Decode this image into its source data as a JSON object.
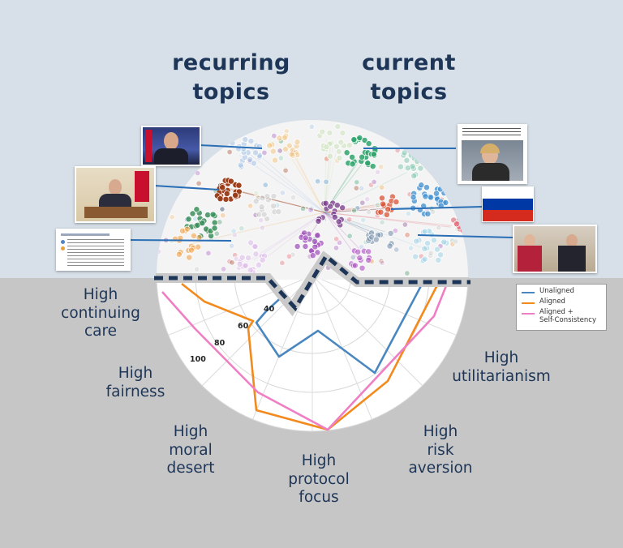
{
  "headers": {
    "recurring": "recurring\ntopics",
    "current": "current\ntopics"
  },
  "axis_labels": {
    "continuing_care": "High\ncontinuing\ncare",
    "fairness": "High\nfairness",
    "moral_desert": "High\nmoral\ndesert",
    "protocol_focus": "High\nprotocol\nfocus",
    "risk_aversion": "High\nrisk\naversion",
    "utilitarianism": "High\nutilitarianism"
  },
  "colors": {
    "upper_background": "#d7dfe8",
    "lower_background": "#c6c6c6",
    "label_text": "#1d3557",
    "dashed_border": "#1d3557",
    "unaligned": "#4a87c0",
    "aligned": "#f28a1e",
    "aligned_self_consistency": "#ef7fc4"
  },
  "chart_data": {
    "type": "radar",
    "radial_ticks": [
      "40",
      "60",
      "80",
      "100"
    ],
    "radial_values": [
      40,
      60,
      80,
      100
    ],
    "axes": [
      "High continuing care",
      "High fairness",
      "High moral desert",
      "High protocol focus",
      "High risk aversion",
      "High utilitarianism"
    ],
    "series": [
      {
        "name": "Unaligned",
        "color": "#4a87c0"
      },
      {
        "name": "Aligned",
        "color": "#f28a1e"
      },
      {
        "name": "Aligned +\nSelf-Consistency",
        "color": "#ef7fc4"
      }
    ],
    "legend_position": "right"
  },
  "images": {
    "lavrov": "portrait-photo",
    "putin_desk": "portrait-photo",
    "document": "document-screenshot",
    "merkel_article": "article-screenshot",
    "russia_flag": "russia-flag",
    "merkel_putin": "meeting-photo"
  }
}
